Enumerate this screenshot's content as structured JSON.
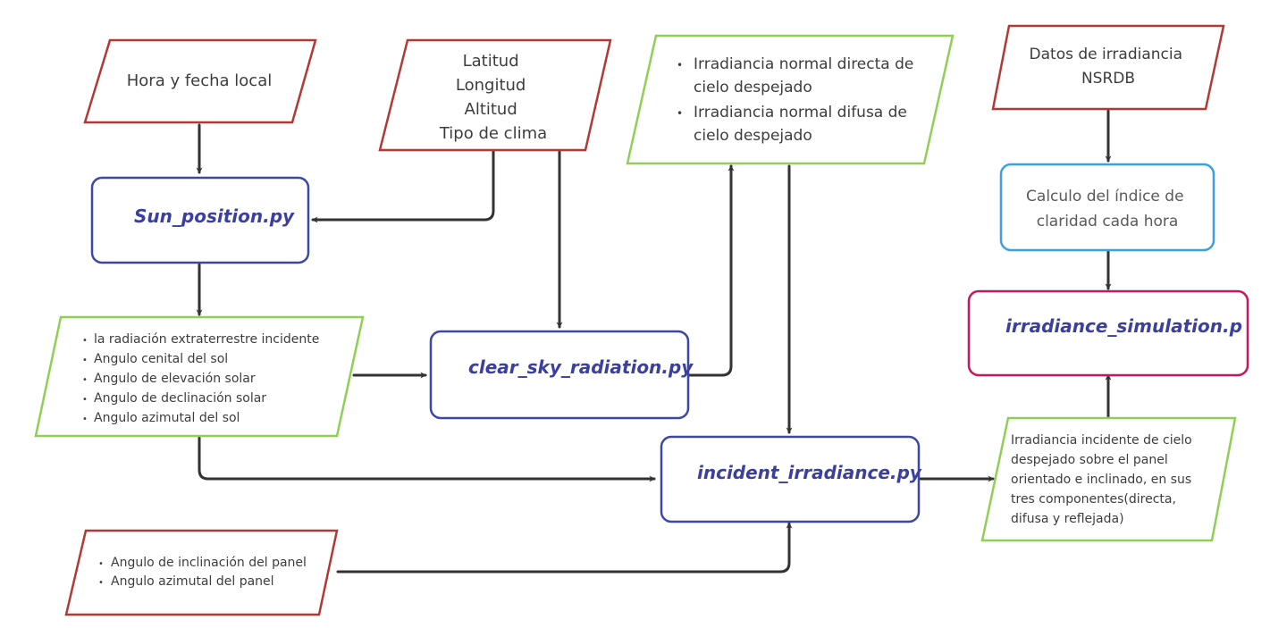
{
  "colors": {
    "input_border": "#b03a33",
    "code_border": "#3d47a6",
    "output_border": "#8fcf55",
    "process_border": "#3c9fe0",
    "final_border": "#c7175f",
    "code_text": "#3b3fa0",
    "connector": "#333333"
  },
  "nodes": {
    "hora": {
      "label": "Hora y fecha local"
    },
    "location": {
      "lines": [
        "Latitud",
        "Longitud",
        "Altitud",
        "Tipo de clima"
      ]
    },
    "clearsky_out": {
      "items": [
        [
          "Irradiancia normal directa de",
          "cielo despejado"
        ],
        [
          "Irradiancia normal difusa de",
          "cielo despejado"
        ]
      ]
    },
    "nsrdb": {
      "lines": [
        "Datos de irradiancia",
        "NSRDB"
      ]
    },
    "sun_position": {
      "label": "Sun_position.py"
    },
    "calculo": {
      "lines": [
        "Calculo del índice de",
        "claridad  cada hora"
      ]
    },
    "angles": {
      "items": [
        "la radiación extraterrestre incidente",
        "Angulo cenital del sol",
        "Angulo de elevación solar",
        "Angulo de declinación solar",
        "Angulo azimutal del sol"
      ]
    },
    "clear_sky": {
      "label": "clear_sky_radiation.py"
    },
    "irr_sim": {
      "label": "irradiance_simulation.p"
    },
    "incident": {
      "label": "incident_irradiance.py"
    },
    "incident_out": {
      "lines": [
        "Irradiancia incidente de cielo",
        "despejado sobre el panel",
        "orientado e inclinado, en sus",
        "tres componentes(directa,",
        "difusa y reflejada)"
      ]
    },
    "panel": {
      "items": [
        "Angulo de inclinación del panel",
        "Angulo azimutal del panel"
      ]
    }
  },
  "bullet": "•"
}
